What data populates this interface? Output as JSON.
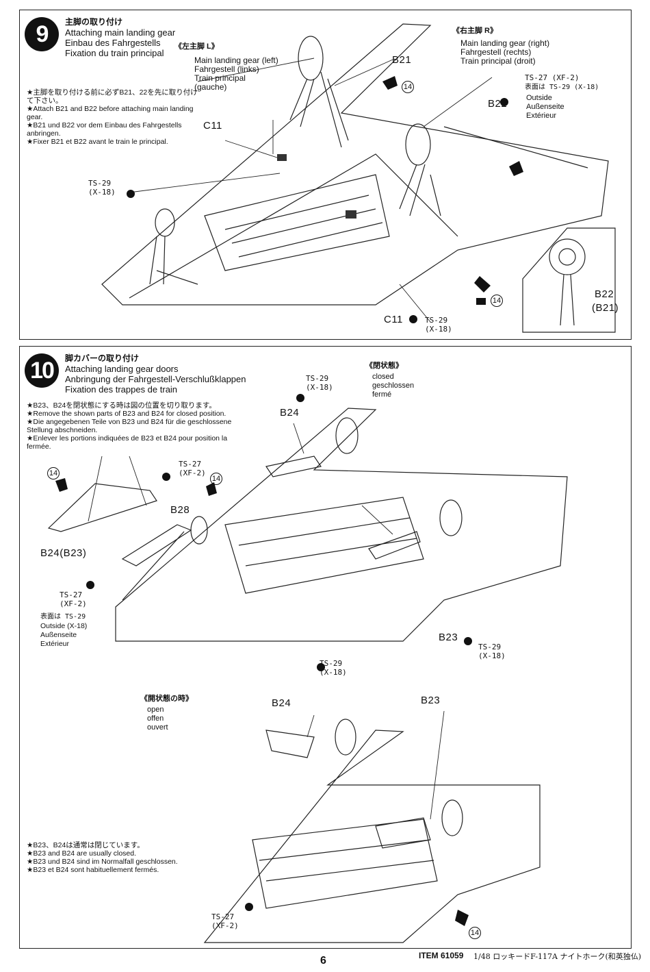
{
  "step9": {
    "number": "9",
    "title_jp": "主脚の取り付け",
    "title_en": "Attaching main landing gear",
    "title_de": "Einbau des Fahrgestells",
    "title_fr": "Fixation du train principal",
    "notes": [
      "★主脚を取り付ける前に必ずB21、22を先に取り付けて下さい。",
      "★Attach B21 and B22 before attaching main landing gear.",
      "★B21 und B22 vor dem Einbau des Fahrgestells anbringen.",
      "★Fixer B21 et B22 avant le train le principal."
    ],
    "left_gear_jp": "《左主脚 L》",
    "left_gear_lines": [
      "Main landing gear (left)",
      "Fahrgestell (links)",
      "Train principal",
      "(gauche)"
    ],
    "right_gear_jp": "《右主脚 R》",
    "right_gear_lines": [
      "Main landing gear (right)",
      "Fahrgestell (rechts)",
      "Train principal (droit)"
    ],
    "b21": "B21",
    "b22": "B22",
    "c11": "C11",
    "c11b": "C11",
    "step14a": "14",
    "step14b": "14",
    "paint_ts27": "TS-27 (XF-2)",
    "paint_surface": "表面は TS-29 (X-18)",
    "outside_lines": [
      "Outside",
      "Außenseite",
      "Extérieur"
    ],
    "ts29a": "TS-29",
    "x18a": "(X-18)",
    "ts29b": "TS-29",
    "x18b": "(X-18)",
    "detail_b22": "B22",
    "detail_b21": "(B21)"
  },
  "step10": {
    "number": "10",
    "title_jp": "脚カバーの取り付け",
    "title_en": "Attaching landing gear doors",
    "title_de": "Anbringung der Fahrgestell-Verschlußklappen",
    "title_fr": "Fixation des trappes de train",
    "notes": [
      "★B23、B24を閉状態にする時は図の位置を切り取ります。",
      "★Remove the shown parts of B23 and B24 for closed position.",
      "★Die angegebenen Teile von B23 und B24 für die geschlossene Stellung abschneiden.",
      "★Enlever les portions indiquées de B23 et B24 pour position la fermée."
    ],
    "closed_jp": "《閉状態》",
    "closed_lines": [
      "closed",
      "geschlossen",
      "fermé"
    ],
    "open_jp": "《開状態の時》",
    "open_lines": [
      "open",
      "offen",
      "ouvert"
    ],
    "b24": "B24",
    "b24b23": "B24(B23)",
    "b28": "B28",
    "b23": "B23",
    "b24_open": "B24",
    "b23_open": "B23",
    "step14a": "14",
    "step14b": "14",
    "step14c": "14",
    "ts29a": "TS-29",
    "x18a": "(X-18)",
    "ts27a": "TS-27",
    "xf2a": "(XF-2)",
    "ts27b": "TS-27",
    "xf2b": "(XF-2)",
    "surface_jp": "表面は TS-29",
    "surface_lines": [
      "Outside (X-18)",
      "Außenseite",
      "Extérieur"
    ],
    "ts29b": "TS-29",
    "x18b": "(X-18)",
    "ts29c": "TS-29",
    "x18c": "(X-18)",
    "ts27c": "TS-27",
    "xf2c": "(XF-2)",
    "usually_notes": [
      "★B23、B24は通常は閉じています。",
      "★B23 and B24 are usually closed.",
      "★B23 und B24 sind im Normalfall geschlossen.",
      "★B23 et B24 sont habituellement fermés."
    ]
  },
  "footer": {
    "page": "6",
    "item": "ITEM 61059",
    "product": "1/48 ロッキードF-117A ナイトホーク(和英独仏)"
  }
}
